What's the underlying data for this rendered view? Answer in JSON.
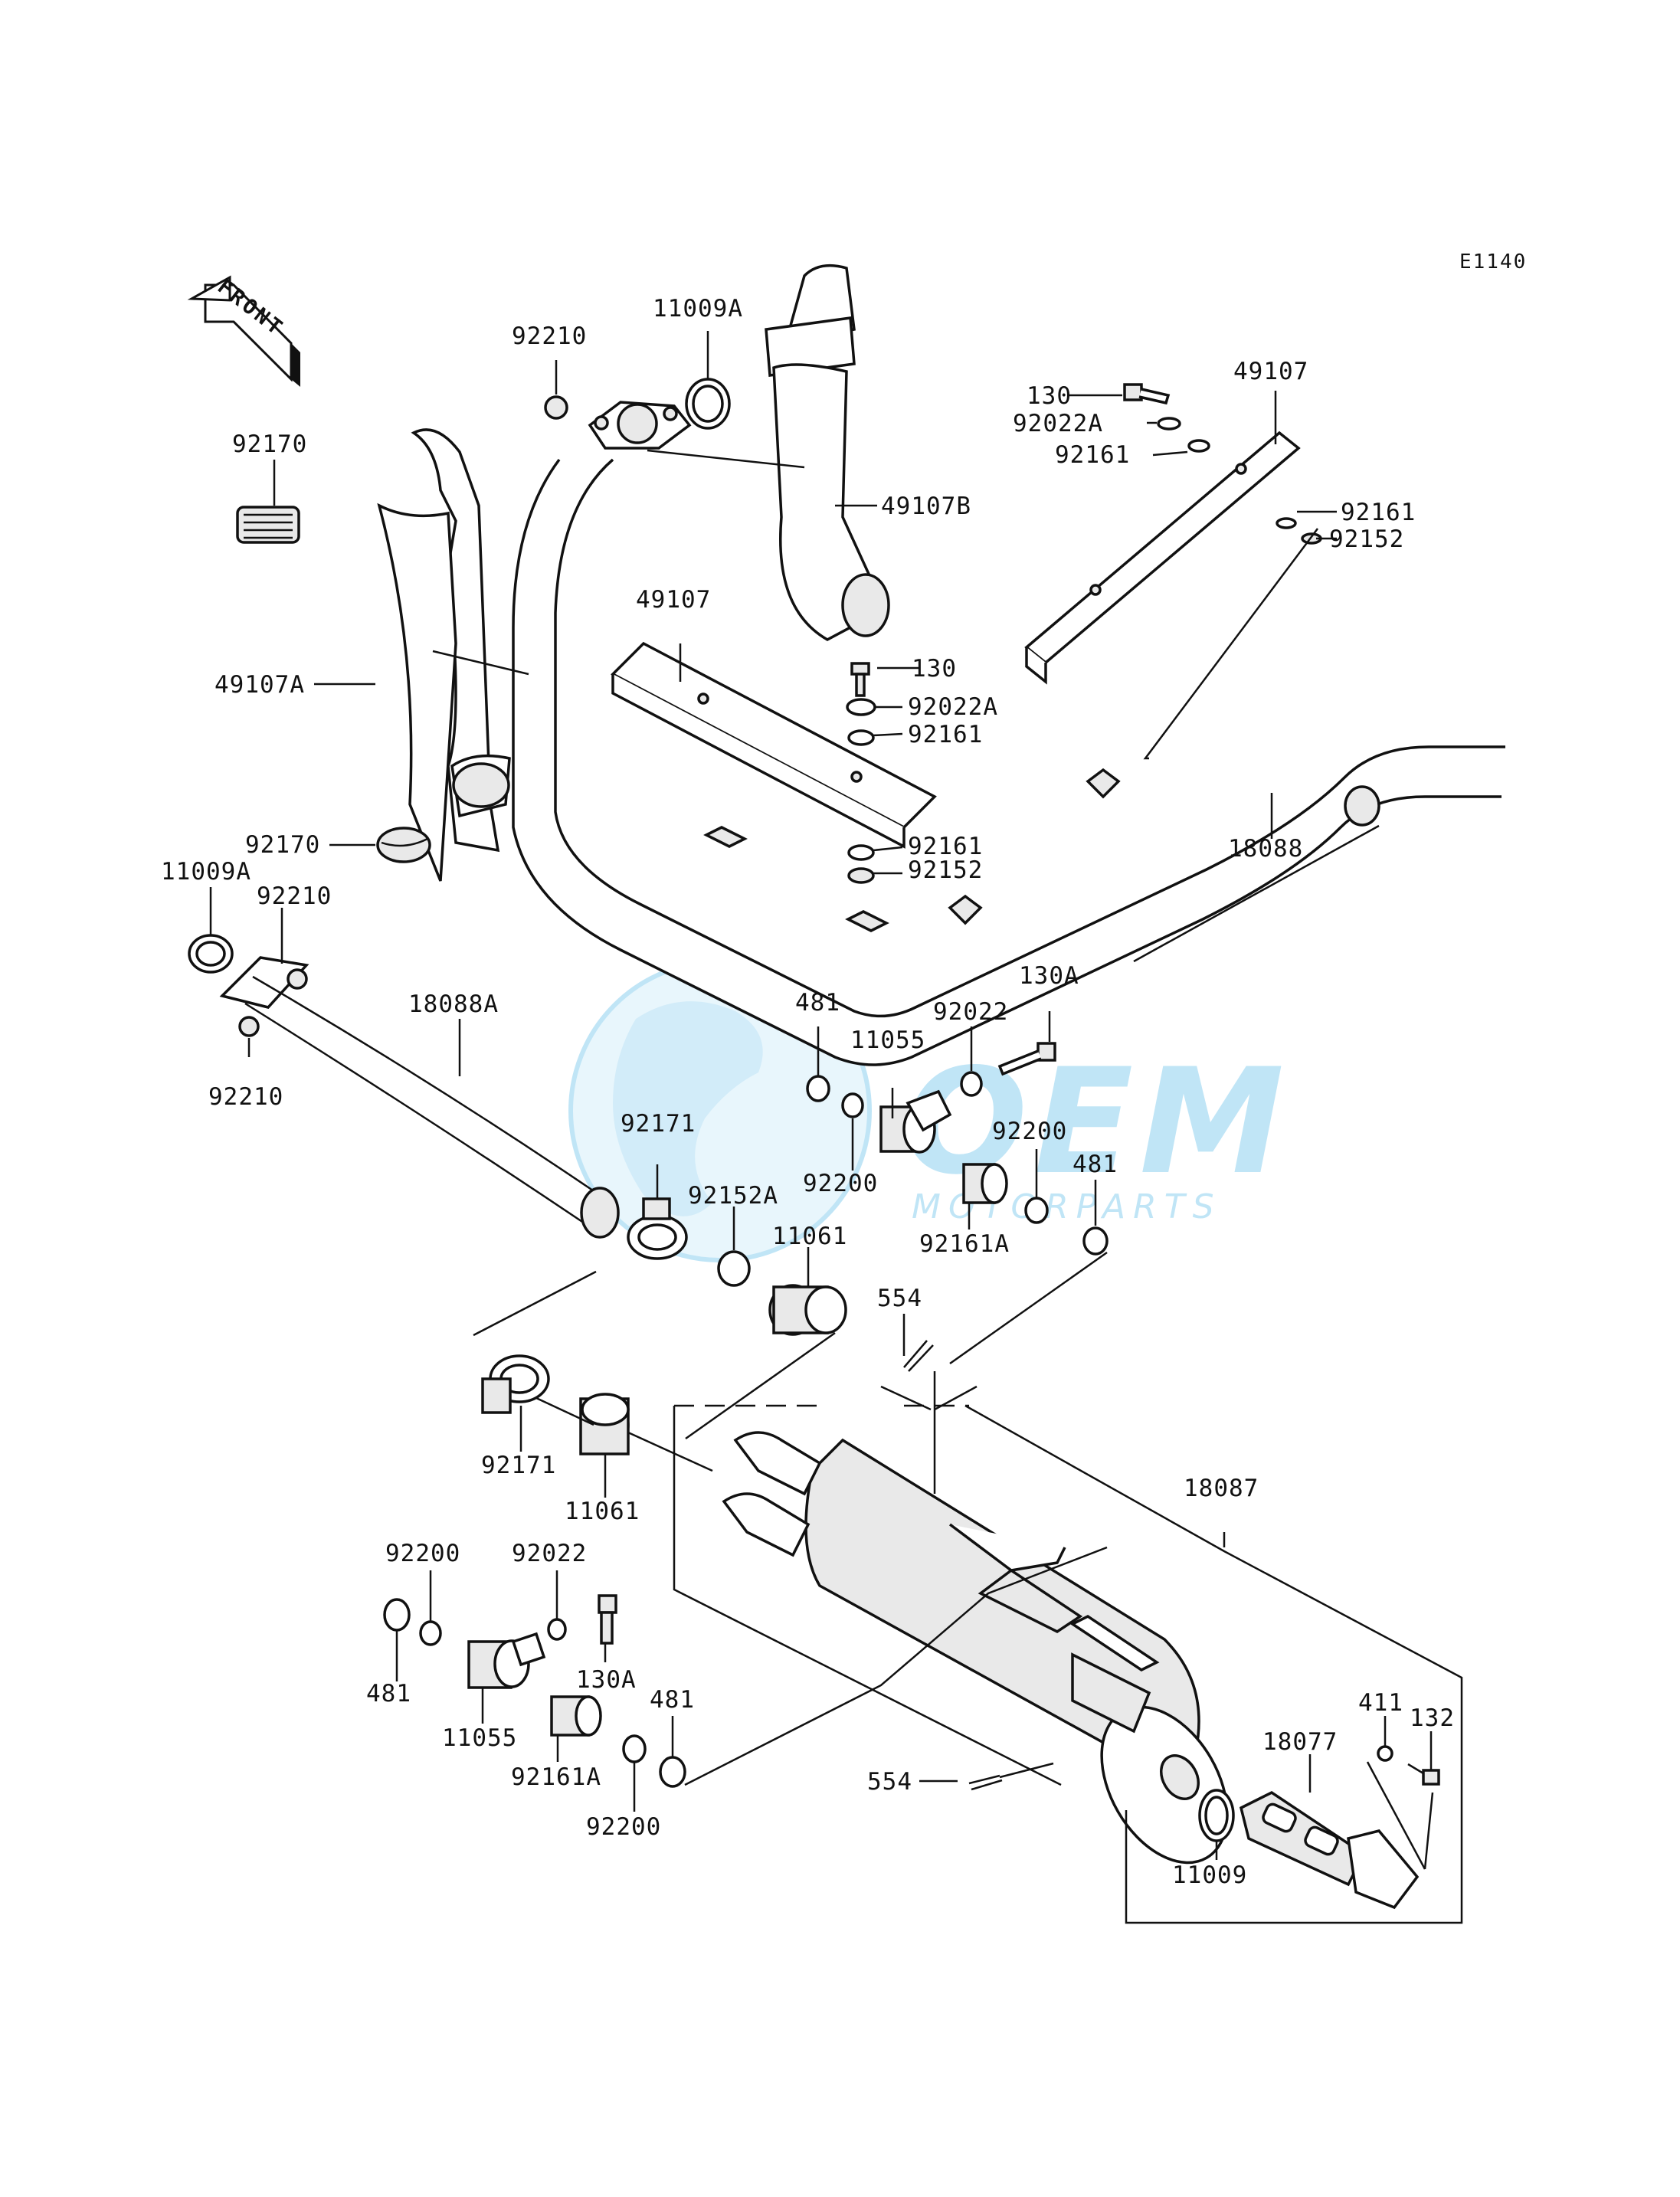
{
  "diagram": {
    "code": "E1140",
    "front_label": "FRONT",
    "watermark": {
      "text": "OEM",
      "subtext": "MOTORPARTS",
      "color": "#4db6e8"
    },
    "callouts": {
      "c1": "92210",
      "c2": "11009A",
      "c3": "92170",
      "c4": "130",
      "c5": "49107",
      "c6": "92022A",
      "c7": "92161",
      "c8": "49107B",
      "c9": "92161",
      "c10": "92152",
      "c11": "49107",
      "c12": "49107A",
      "c13": "130",
      "c14": "92022A",
      "c15": "92161",
      "c16": "92170",
      "c17": "92161",
      "c18": "18088",
      "c19": "11009A",
      "c20": "92210",
      "c21": "92152",
      "c22": "18088A",
      "c23": "130A",
      "c24": "481",
      "c25": "92022",
      "c26": "92210",
      "c27": "11055",
      "c28": "92171",
      "c29": "92200",
      "c30": "92200",
      "c31": "481",
      "c32": "92152A",
      "c33": "11061",
      "c34": "92161A",
      "c35": "554",
      "c36": "92171",
      "c37": "11061",
      "c38": "18087",
      "c39": "92200",
      "c40": "92022",
      "c41": "481",
      "c42": "130A",
      "c43": "481",
      "c44": "411",
      "c45": "132",
      "c46": "11055",
      "c47": "18077",
      "c48": "92161A",
      "c49": "554",
      "c50": "92200",
      "c51": "11009"
    }
  }
}
